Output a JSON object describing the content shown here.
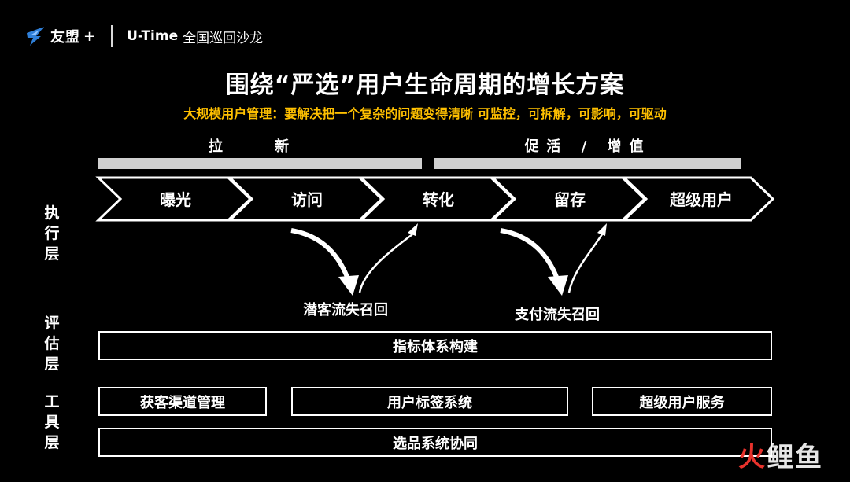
{
  "header": {
    "brand": "友盟",
    "plus": "+",
    "event_title": "U-Time",
    "event_subtitle": "全国巡回沙龙"
  },
  "title": "围绕“严选”用户生命周期的增长方案",
  "subtitle": "大规模用户管理：要解决把一个复杂的问题变得清晰 可监控，可拆解，可影响，可驱动",
  "phases": {
    "acquire": "拉 新",
    "growth": "促活 / 增值"
  },
  "funnel_steps": [
    "曝光",
    "访问",
    "转化",
    "留存",
    "超级用户"
  ],
  "recall": {
    "potential": "潜客流失召回",
    "payment": "支付流失召回"
  },
  "layers": {
    "execution": [
      "执",
      "行",
      "层"
    ],
    "evaluation": [
      "评",
      "估",
      "层"
    ],
    "tool": [
      "工",
      "具",
      "层"
    ]
  },
  "evaluation_box": "指标体系构建",
  "tool_boxes": {
    "acquisition": "获客渠道管理",
    "tagging": "用户标签系统",
    "super_service": "超级用户服务",
    "selection": "选品系统协同"
  },
  "watermark": {
    "part1": "火",
    "part2": "鲤鱼"
  },
  "colors": {
    "background": "#000000",
    "accent": "#ffc000",
    "bar": "#d0d0d0",
    "brand_icon": "#2f7fd8",
    "watermark_red": "#e8322c"
  }
}
